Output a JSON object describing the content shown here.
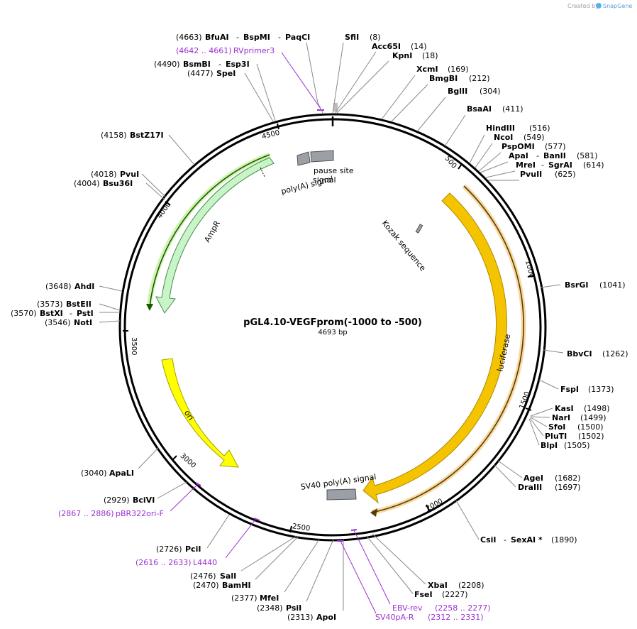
{
  "map": {
    "title": "pGL4.10-VEGFprom(-1000 to -500)",
    "length": "4693 bp",
    "credit_prefix": "Created by",
    "credit_brand": "SnapGene"
  },
  "ticks": [
    "500",
    "1000",
    "1500",
    "2000",
    "2500",
    "3000",
    "3500",
    "4000",
    "4500"
  ],
  "features": {
    "luciferase": "luciferase",
    "ampr": "AmpR",
    "ori": "ori",
    "sv40": "SV40 poly(A) signal",
    "polya": "poly(A) signal",
    "pause": "pause site",
    "kozak": "Kozak sequence"
  },
  "sites": [
    {
      "name": "BfuAI",
      "pos": "(4663)",
      "extra1": "BspMI",
      "extra2": "PaqCI"
    },
    {
      "name": "SfiI",
      "pos": "(8)"
    },
    {
      "name": "Acc65I",
      "pos": "(14)"
    },
    {
      "name": "KpnI",
      "pos": "(18)"
    },
    {
      "name": "XcmI",
      "pos": "(169)"
    },
    {
      "name": "BmgBI",
      "pos": "(212)"
    },
    {
      "name": "BglII",
      "pos": "(304)"
    },
    {
      "name": "BsaAI",
      "pos": "(411)"
    },
    {
      "name": "HindIII",
      "pos": "(516)"
    },
    {
      "name": "NcoI",
      "pos": "(549)"
    },
    {
      "name": "PspOMI",
      "pos": "(577)"
    },
    {
      "name": "ApaI",
      "pos": "(581)",
      "extra1": "BanII"
    },
    {
      "name": "MreI",
      "pos": "(614)",
      "extra1": "SgrAI"
    },
    {
      "name": "PvuII",
      "pos": "(625)"
    },
    {
      "name": "BsrGI",
      "pos": "(1041)"
    },
    {
      "name": "BbvCI",
      "pos": "(1262)"
    },
    {
      "name": "FspI",
      "pos": "(1373)"
    },
    {
      "name": "KasI",
      "pos": "(1498)"
    },
    {
      "name": "NarI",
      "pos": "(1499)"
    },
    {
      "name": "SfoI",
      "pos": "(1500)"
    },
    {
      "name": "PluTI",
      "pos": "(1502)"
    },
    {
      "name": "BlpI",
      "pos": "(1505)"
    },
    {
      "name": "AgeI",
      "pos": "(1682)"
    },
    {
      "name": "DraIII",
      "pos": "(1697)"
    },
    {
      "name": "CsiI",
      "pos": "(1890)",
      "extra1": "SexAI *"
    },
    {
      "name": "XbaI",
      "pos": "(2208)"
    },
    {
      "name": "FseI",
      "pos": "(2227)"
    },
    {
      "name": "ApoI",
      "pos": "(2313)"
    },
    {
      "name": "PsiI",
      "pos": "(2348)"
    },
    {
      "name": "MfeI",
      "pos": "(2377)"
    },
    {
      "name": "BamHI",
      "pos": "(2470)"
    },
    {
      "name": "SalI",
      "pos": "(2476)"
    },
    {
      "name": "PciI",
      "pos": "(2726)"
    },
    {
      "name": "BciVI",
      "pos": "(2929)"
    },
    {
      "name": "ApaLI",
      "pos": "(3040)"
    },
    {
      "name": "NotI",
      "pos": "(3546)"
    },
    {
      "name": "BstXI",
      "pos": "(3570)",
      "extra1": "PstI"
    },
    {
      "name": "BstEII",
      "pos": "(3573)"
    },
    {
      "name": "AhdI",
      "pos": "(3648)"
    },
    {
      "name": "Bsu36I",
      "pos": "(4004)"
    },
    {
      "name": "PvuI",
      "pos": "(4018)"
    },
    {
      "name": "BstZ17I",
      "pos": "(4158)"
    },
    {
      "name": "SpeI",
      "pos": "(4477)"
    },
    {
      "name": "BsmBI",
      "pos": "(4490)",
      "extra1": "Esp3I"
    }
  ],
  "primers": [
    {
      "range": "(4642 .. 4661)",
      "name": "RVprimer3"
    },
    {
      "range": "(2867 .. 2886)",
      "name": "pBR322ori-F"
    },
    {
      "range": "(2616 .. 2633)",
      "name": "L4440"
    },
    {
      "name": "EBV-rev",
      "range": "(2258 .. 2277)"
    },
    {
      "name": "SV40pA-R",
      "range": "(2312 .. 2331)"
    }
  ]
}
